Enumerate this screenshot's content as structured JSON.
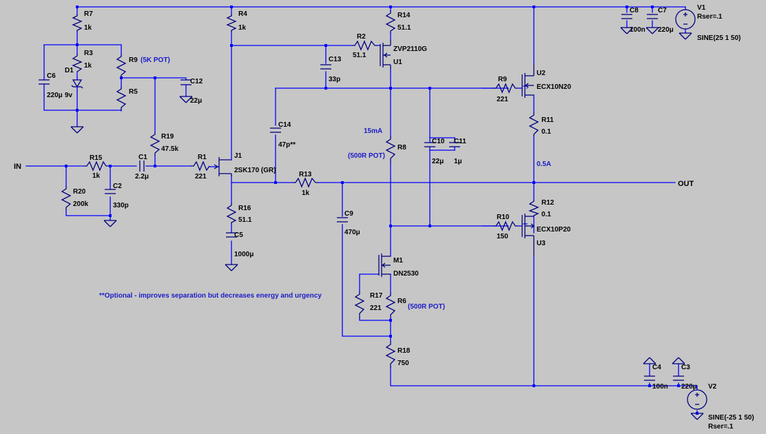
{
  "labels": {
    "R7": "R7",
    "R7v": "1k",
    "R4": "R4",
    "R4v": "1k",
    "R14": "R14",
    "R14v": "51.1",
    "R3": "R3",
    "R3v": "1k",
    "R9a": "R9",
    "R9a_note": "(5K POT)",
    "R5": "R5",
    "D1": "D1",
    "D1v": "9v",
    "C6": "C6",
    "C6v": "220μ",
    "C12": "C12",
    "C12v": "22μ",
    "R19": "R19",
    "R19v": "47.5k",
    "R15": "R15",
    "R15v": "1k",
    "C1": "C1",
    "C1v": "2.2μ",
    "R1": "R1",
    "R1v": "221",
    "J1": "J1",
    "J1v": "2SK170 (GR)",
    "R20": "R20",
    "R20v": "200k",
    "C2": "C2",
    "C2v": "330p",
    "R16": "R16",
    "R16v": "51.1",
    "C5": "C5",
    "C5v": "1000μ",
    "C14": "C14",
    "C14v": "47p**",
    "C13": "C13",
    "C13v": "33p",
    "R2": "R2",
    "R2v": "51.1",
    "U1": "U1",
    "U1v": "ZVP2110G",
    "I15": "15mA",
    "R8": "R8",
    "R8_note": "(500R POT)",
    "C10": "C10",
    "C10v": "22μ",
    "C11": "C11",
    "C11v": "1μ",
    "R13": "R13",
    "R13v": "1k",
    "C9": "C9",
    "C9v": "470μ",
    "M1": "M1",
    "M1v": "DN2530",
    "R17": "R17",
    "R17v": "221",
    "R6": "R6",
    "R6_note": "(500R POT)",
    "R18": "R18",
    "R18v": "750",
    "R9b": "R9",
    "R9bv": "221",
    "U2": "U2",
    "U2v": "ECX10N20",
    "R11": "R11",
    "R11v": "0.1",
    "I05": "0.5A",
    "R12": "R12",
    "R12v": "0.1",
    "R10": "R10",
    "R10v": "150",
    "U3": "U3",
    "U3v": "ECX10P20",
    "C8": "C8",
    "C8v": "100n",
    "C7": "C7",
    "C7v": "220μ",
    "V1": "V1",
    "V1r": "Rser=.1",
    "V1v": "SINE(25 1 50)",
    "C4": "C4",
    "C4v": "100n",
    "C3": "C3",
    "C3v": "220μ",
    "V2": "V2",
    "V2r": "Rser=.1",
    "V2v": "SINE(-25 1 50)",
    "IN": "IN",
    "OUT": "OUT",
    "note": "**Optional - improves separation but decreases energy and urgency"
  },
  "colors": {
    "background": "#c6c6c6",
    "wire": "#0000ff",
    "component": "#000080",
    "annotation": "#1c1cc8"
  }
}
